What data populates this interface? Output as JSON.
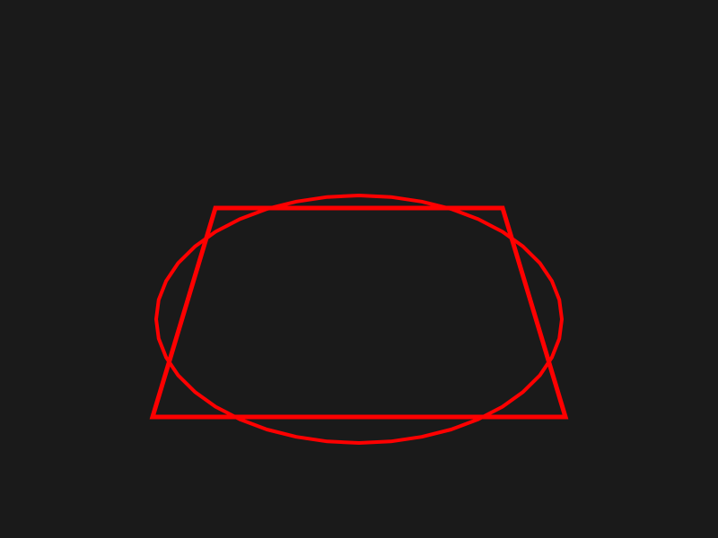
{
  "scene": {
    "background_color": "#1a1a1a",
    "stroke_color": "#ff0000",
    "shapes": [
      {
        "kind": "trapezoid",
        "name": "wireframe-quad"
      },
      {
        "kind": "ellipse",
        "name": "wireframe-ellipse"
      }
    ]
  }
}
